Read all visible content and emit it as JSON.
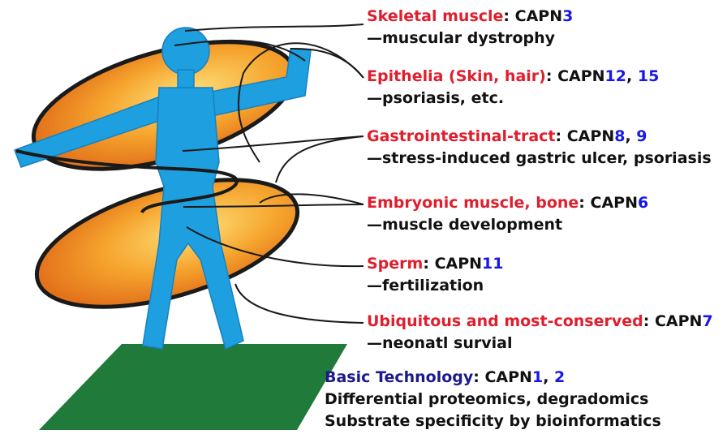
{
  "colors": {
    "tissue": "#e01e2d",
    "number": "#1818e6",
    "basic_title": "#1a1a8c",
    "text": "#111111",
    "figure": "#1e9fe0",
    "ellipse": "#f08a1c",
    "ground": "#207a3a"
  },
  "entries": [
    {
      "tissue": "Skeletal muscle",
      "colon": ":",
      "gene_prefix": " CAPN",
      "gene_numbers": [
        "3"
      ],
      "function": "—muscular dystrophy"
    },
    {
      "tissue": "Epithelia (Skin, hair)",
      "colon": ":",
      "gene_prefix": " CAPN",
      "gene_numbers": [
        "12",
        "15"
      ],
      "function": "—psoriasis, etc."
    },
    {
      "tissue": "Gastrointestinal-tract",
      "colon": ":",
      "gene_prefix": " CAPN",
      "gene_numbers": [
        "8",
        "9"
      ],
      "function": "—stress-induced gastric ulcer, psoriasis"
    },
    {
      "tissue": "Embryonic muscle, bone",
      "colon": ":",
      "gene_prefix": " CAPN",
      "gene_numbers": [
        "6"
      ],
      "function": "—muscle development"
    },
    {
      "tissue": "Sperm",
      "colon": ":",
      "gene_prefix": " CAPN",
      "gene_numbers": [
        "11"
      ],
      "function": "—fertilization"
    },
    {
      "tissue": "Ubiquitous and most-conserved",
      "colon": ":",
      "gene_prefix": " CAPN",
      "gene_numbers": [
        "7"
      ],
      "function": "—neonatl survial"
    }
  ],
  "basic": {
    "title": "Basic Technology",
    "colon": ":",
    "gene_prefix": " CAPN",
    "gene_numbers": [
      "1",
      "2"
    ],
    "lines": [
      "Differential proteomics, degradomics",
      "Substrate specificity by bioinformatics"
    ]
  }
}
